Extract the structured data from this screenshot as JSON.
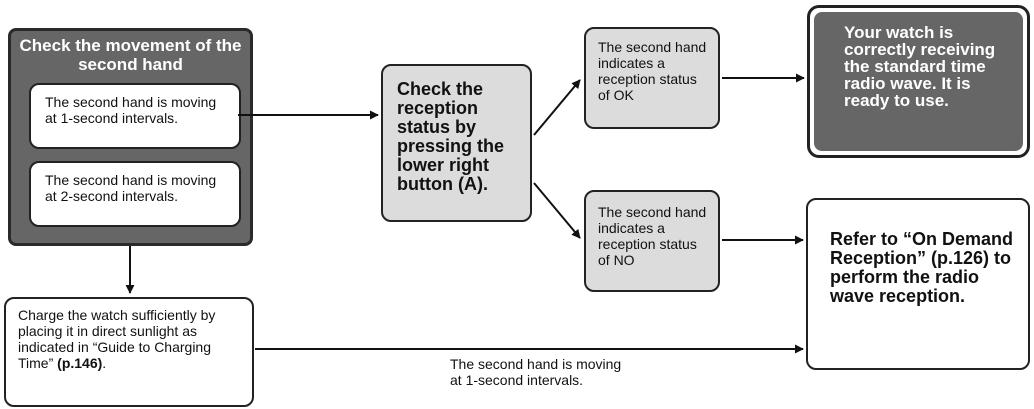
{
  "movement": {
    "title": "Check the movement of the second hand",
    "option1": "The second hand is moving at 1-second intervals.",
    "option2": "The second hand is moving at 2-second intervals."
  },
  "reception_check": "Check the reception status by pressing the lower right button (A).",
  "status_ok": "The second hand indicates a reception status of OK",
  "status_no": "The second hand indicates a reception status of NO",
  "ready": "Your watch is correctly receiving the standard time radio wave. It is ready to use.",
  "refer": "Refer to “On Demand Reception” (p.126) to perform the radio wave reception.",
  "charge": {
    "text": "Charge the watch sufficiently by placing it in direct sunlight as indicated in “Guide to Charging Time”",
    "page_ref": "(p.146)",
    "end": "."
  },
  "bottom_caption": {
    "line1": "The second hand is moving",
    "line2": "at 1-second intervals."
  }
}
